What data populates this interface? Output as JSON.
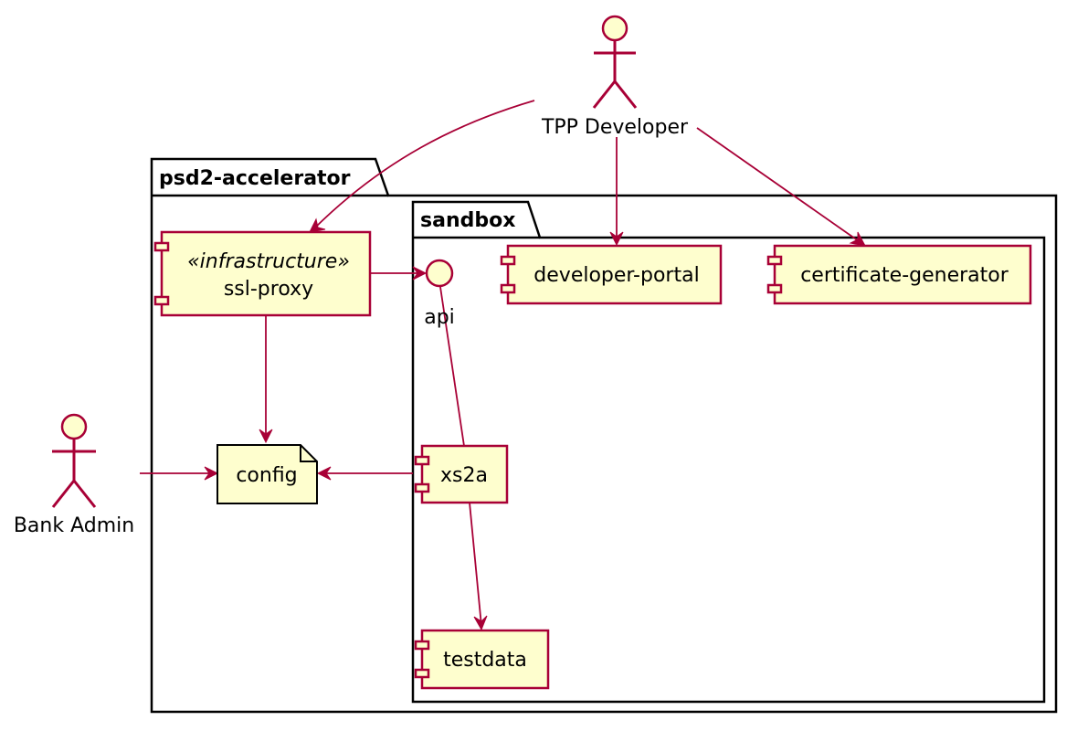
{
  "packages": {
    "outer": "psd2-accelerator",
    "inner": "sandbox"
  },
  "actors": {
    "tpp_developer": "TPP Developer",
    "bank_admin": "Bank Admin"
  },
  "components": {
    "ssl_proxy_stereotype": "«infrastructure»",
    "ssl_proxy": "ssl-proxy",
    "developer_portal": "developer-portal",
    "certificate_generator": "certificate-generator",
    "xs2a": "xs2a",
    "testdata": "testdata"
  },
  "interface": {
    "api": "api"
  },
  "note": {
    "config": "config"
  },
  "colors": {
    "fill": "#FEFECE",
    "stroke": "#A80036"
  }
}
